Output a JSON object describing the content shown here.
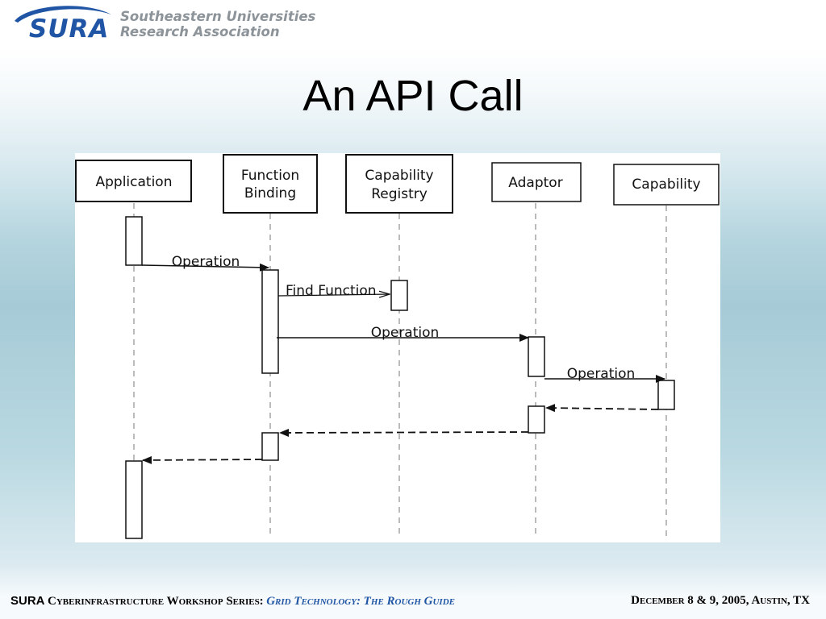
{
  "header": {
    "logo_text": "SURA",
    "org_line1": "Southeastern Universities",
    "org_line2": "Research Association"
  },
  "slide": {
    "title": "An API Call"
  },
  "diagram": {
    "participants": [
      {
        "line1": "Application",
        "line2": ""
      },
      {
        "line1": "Function",
        "line2": "Binding"
      },
      {
        "line1": "Capability",
        "line2": "Registry"
      },
      {
        "line1": "Adaptor",
        "line2": ""
      },
      {
        "line1": "Capability",
        "line2": ""
      }
    ],
    "messages": [
      {
        "from": 0,
        "to": 1,
        "label": "Operation",
        "style": "solid"
      },
      {
        "from": 1,
        "to": 2,
        "label": "Find Function",
        "style": "solid"
      },
      {
        "from": 1,
        "to": 3,
        "label": "Operation",
        "style": "solid"
      },
      {
        "from": 3,
        "to": 4,
        "label": "Operation",
        "style": "solid"
      },
      {
        "from": 4,
        "to": 3,
        "label": "",
        "style": "dashed"
      },
      {
        "from": 3,
        "to": 1,
        "label": "",
        "style": "dashed"
      },
      {
        "from": 1,
        "to": 0,
        "label": "",
        "style": "dashed"
      }
    ]
  },
  "footer": {
    "sura": "SURA",
    "series": "Cyberinfrastructure Workshop Series:",
    "guide": "Grid Technology: The Rough Guide",
    "date": "December 8 & 9, 2005, Austin, TX"
  },
  "colors": {
    "brand_blue": "#1f55a4",
    "org_gray": "#8c9399"
  }
}
